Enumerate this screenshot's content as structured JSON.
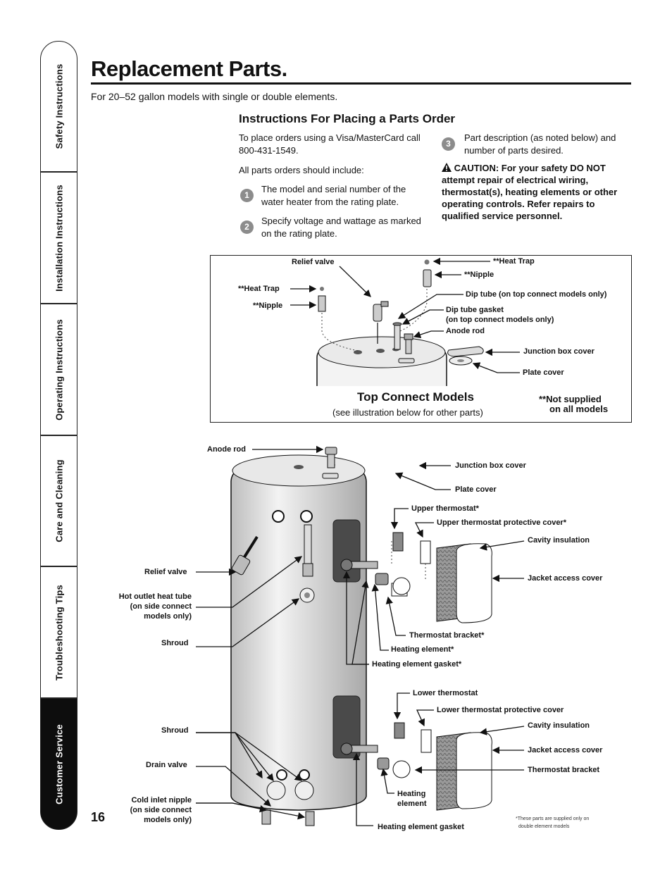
{
  "page": {
    "title": "Replacement Parts.",
    "subtitle": "For 20–52 gallon models with single or double elements.",
    "page_number": "16"
  },
  "side_tabs": [
    {
      "label": "Safety Instructions",
      "active": false
    },
    {
      "label": "Installation Instructions",
      "active": false
    },
    {
      "label": "Operating Instructions",
      "active": false
    },
    {
      "label": "Care and Cleaning",
      "active": false
    },
    {
      "label": "Troubleshooting Tips",
      "active": false
    },
    {
      "label": "Customer Service",
      "active": true
    }
  ],
  "order": {
    "heading": "Instructions For Placing a Parts Order",
    "intro": "To place orders using a Visa/MasterCard call 800-431-1549.",
    "include": "All parts orders should include:",
    "steps": [
      {
        "num": "1",
        "text": "The model and serial number of the water heater from the rating plate."
      },
      {
        "num": "2",
        "text": "Specify voltage and wattage as marked on the rating plate."
      },
      {
        "num": "3",
        "text": "Part description (as noted below) and number of parts desired."
      }
    ],
    "caution": "CAUTION: For your safety DO NOT attempt repair of electrical wiring, thermostat(s), heating elements or other operating controls. Refer repairs to qualified service personnel."
  },
  "top_diagram": {
    "title": "Top Connect Models",
    "subtitle": "(see illustration below for other parts)",
    "not_supplied_line1": "**Not supplied",
    "not_supplied_line2": "on all models",
    "labels": {
      "relief_valve": "Relief valve",
      "heat_trap_left": "**Heat Trap",
      "nipple_left": "**Nipple",
      "heat_trap_right": "**Heat Trap",
      "nipple_right": "**Nipple",
      "dip_tube": "Dip tube (on top connect models only)",
      "dip_tube_gasket_1": "Dip tube gasket",
      "dip_tube_gasket_2": "(on top connect models only)",
      "anode_rod": "Anode rod",
      "junction_box_cover": "Junction box cover",
      "plate_cover": "Plate cover"
    }
  },
  "main_diagram": {
    "labels": {
      "anode_rod": "Anode rod",
      "junction_box_cover": "Junction box cover",
      "plate_cover": "Plate cover",
      "upper_thermostat": "Upper thermostat*",
      "upper_thermostat_cover": "Upper thermostat protective cover*",
      "cavity_insulation_upper": "Cavity insulation",
      "relief_valve": "Relief valve",
      "jacket_access_cover_upper": "Jacket access cover",
      "hot_outlet_1": "Hot outlet heat tube",
      "hot_outlet_2": "(on side connect",
      "hot_outlet_3": "models only)",
      "shroud_upper": "Shroud",
      "thermostat_bracket_upper": "Thermostat bracket*",
      "heating_element_upper": "Heating element*",
      "heating_element_gasket_upper": "Heating element gasket*",
      "lower_thermostat": "Lower thermostat",
      "lower_thermostat_cover": "Lower thermostat protective cover",
      "cavity_insulation_lower": "Cavity insulation",
      "shroud_lower": "Shroud",
      "jacket_access_cover_lower": "Jacket access cover",
      "drain_valve": "Drain valve",
      "thermostat_bracket_lower": "Thermostat bracket",
      "cold_inlet_1": "Cold inlet nipple",
      "cold_inlet_2": "(on side connect",
      "cold_inlet_3": "models only)",
      "heating_element_lower_1": "Heating",
      "heating_element_lower_2": "element",
      "heating_element_gasket_lower": "Heating element gasket"
    },
    "footnote_1": "*These parts are supplied only on",
    "footnote_2": "double element models"
  }
}
